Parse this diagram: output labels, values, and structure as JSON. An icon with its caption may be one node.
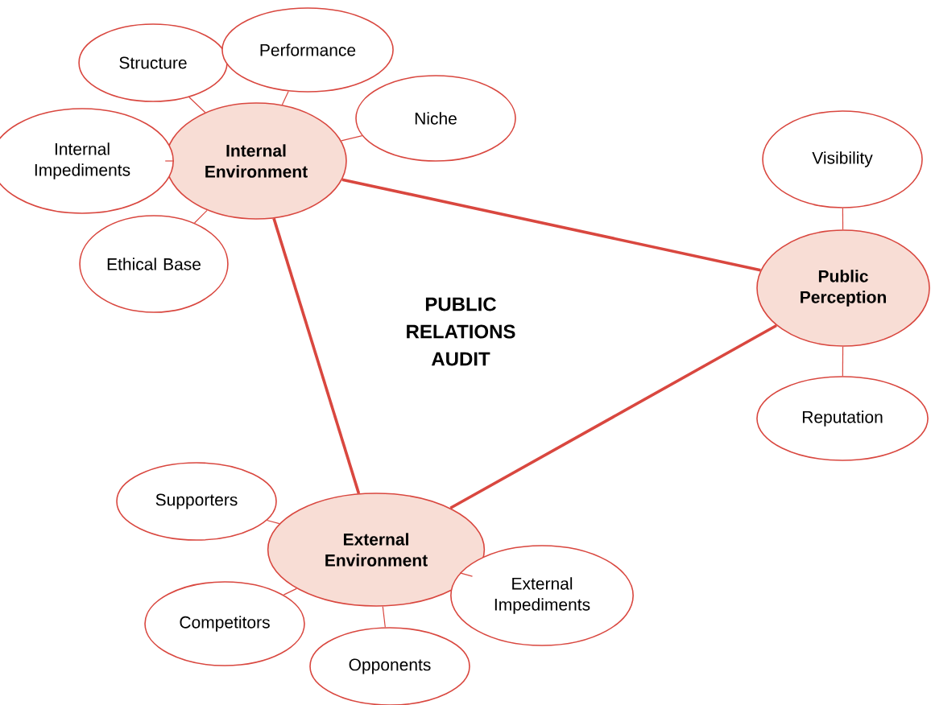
{
  "diagram": {
    "title": "PUBLIC RELATIONS AUDIT",
    "nodes": [
      {
        "text": [
          "Internal Environment"
        ]
      },
      {
        "text": [
          "Structure"
        ]
      },
      {
        "text": [
          "Performance"
        ]
      },
      {
        "text": [
          "Niche"
        ]
      },
      {
        "text": [
          "Internal Impediments"
        ]
      },
      {
        "text": [
          "Ethical Base"
        ]
      },
      {
        "text": [
          "Public Perception"
        ]
      },
      {
        "text": [
          "Visibility"
        ]
      },
      {
        "text": [
          "Reputation"
        ]
      },
      {
        "text": [
          "External Environment"
        ]
      },
      {
        "text": [
          "Supporters"
        ]
      },
      {
        "text": [
          "Competitors"
        ]
      },
      {
        "text": [
          "Opponents"
        ]
      },
      {
        "text": [
          "External Impediments"
        ]
      }
    ],
    "edges": [
      {
        "from": 0,
        "to": 6,
        "arrow": "none",
        "style": "thick"
      },
      {
        "from": 0,
        "to": 9,
        "arrow": "none",
        "style": "thick"
      },
      {
        "from": 9,
        "to": 6,
        "arrow": "none",
        "style": "thick"
      },
      {
        "from": 0,
        "to": 1,
        "arrow": "none"
      },
      {
        "from": 0,
        "to": 2,
        "arrow": "none"
      },
      {
        "from": 0,
        "to": 3,
        "arrow": "none"
      },
      {
        "from": 0,
        "to": 4,
        "arrow": "none"
      },
      {
        "from": 0,
        "to": 5,
        "arrow": "none"
      },
      {
        "from": 6,
        "to": 7,
        "arrow": "none"
      },
      {
        "from": 6,
        "to": 8,
        "arrow": "none"
      },
      {
        "from": 9,
        "to": 10,
        "arrow": "none"
      },
      {
        "from": 9,
        "to": 11,
        "arrow": "none"
      },
      {
        "from": 9,
        "to": 12,
        "arrow": "none"
      },
      {
        "from": 9,
        "to": 13,
        "arrow": "none"
      }
    ]
  }
}
